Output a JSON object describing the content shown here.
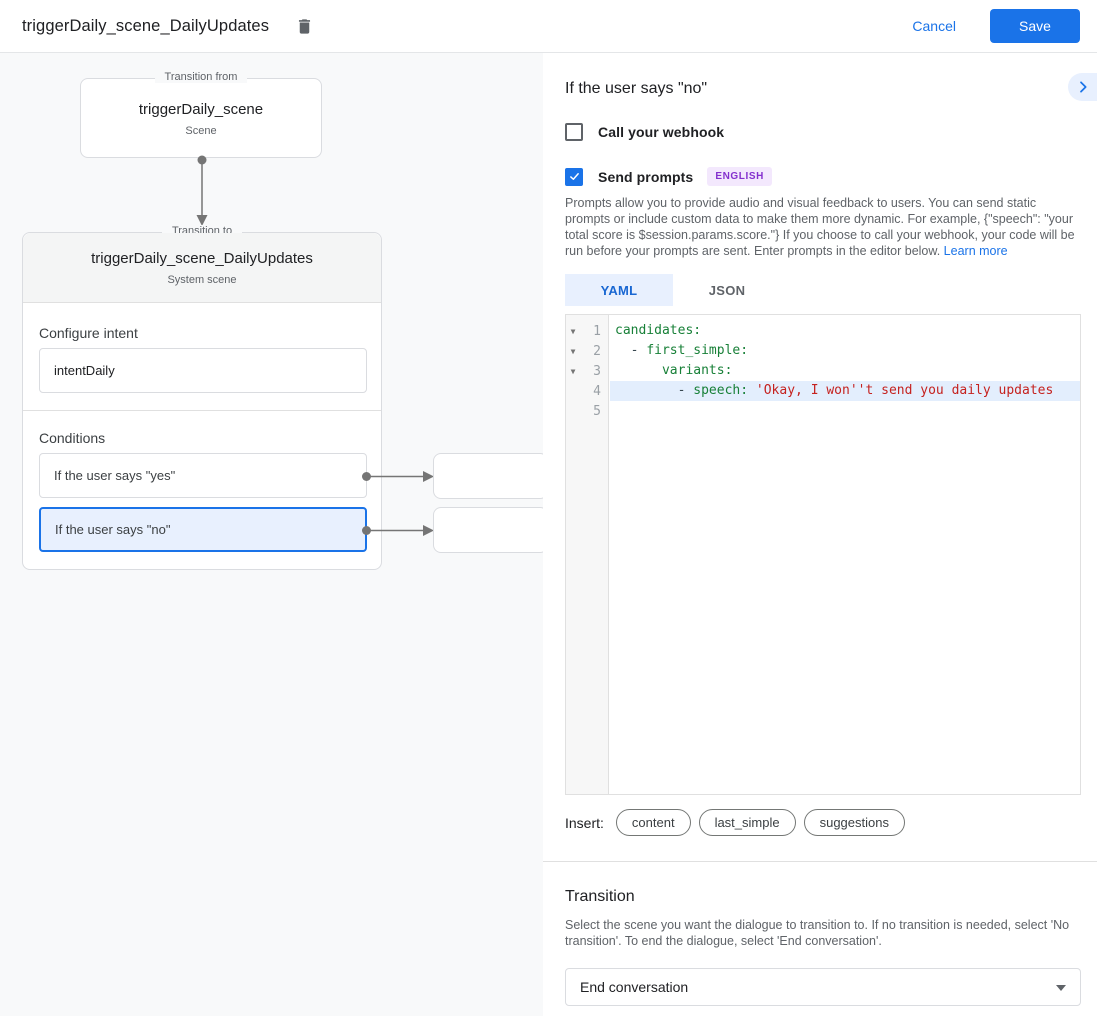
{
  "header": {
    "title": "triggerDaily_scene_DailyUpdates",
    "cancel_label": "Cancel",
    "save_label": "Save"
  },
  "flow": {
    "from_box": {
      "legend": "Transition from",
      "title": "triggerDaily_scene",
      "subtitle": "Scene"
    },
    "to_box": {
      "legend": "Transition to",
      "title": "triggerDaily_scene_DailyUpdates",
      "subtitle": "System scene",
      "intent_label": "Configure intent",
      "intent_value": "intentDaily",
      "conditions_label": "Conditions",
      "conditions": [
        {
          "label": "If the user says \"yes\"",
          "selected": false
        },
        {
          "label": "If the user says \"no\"",
          "selected": true
        }
      ]
    }
  },
  "panel": {
    "heading": "If the user says \"no\"",
    "webhook": {
      "label": "Call your webhook",
      "checked": false
    },
    "prompts": {
      "label": "Send prompts",
      "checked": true,
      "language_badge": "ENGLISH"
    },
    "description": "Prompts allow you to provide audio and visual feedback to users. You can send static prompts or include custom data to make them more dynamic. For example, {\"speech\": \"your total score is $session.params.score.\"} If you choose to call your webhook, your code will be run before your prompts are sent. Enter prompts in the editor below. ",
    "learn_more_label": "Learn more",
    "tabs": [
      {
        "label": "YAML",
        "active": true
      },
      {
        "label": "JSON",
        "active": false
      }
    ],
    "editor": {
      "lines": [
        {
          "num": "1",
          "fold": "▼",
          "pre": "",
          "key": "candidates:",
          "post": "",
          "string": ""
        },
        {
          "num": "2",
          "fold": "▼",
          "pre": "  - ",
          "key": "first_simple:",
          "post": "",
          "string": ""
        },
        {
          "num": "3",
          "fold": "▼",
          "pre": "      ",
          "key": "variants:",
          "post": "",
          "string": ""
        },
        {
          "num": "4",
          "fold": "",
          "pre": "        - ",
          "key": "speech:",
          "post": " ",
          "string": "'Okay, I won''t send you daily updates"
        },
        {
          "num": "5",
          "fold": "",
          "pre": "",
          "key": "",
          "post": "",
          "string": ""
        }
      ]
    },
    "insert": {
      "label": "Insert:",
      "chips": [
        "content",
        "last_simple",
        "suggestions"
      ]
    },
    "transition": {
      "heading": "Transition",
      "description": "Select the scene you want the dialogue to transition to. If no transition is needed, select 'No transition'. To end the dialogue, select 'End conversation'.",
      "select_value": "End conversation"
    }
  },
  "colors": {
    "accent": "#1a73e8",
    "selected_condition_bg": "#e8f0fe",
    "active_tab_bg": "#e8f0fe",
    "yaml_key": "#188038",
    "yaml_string": "#c5221f",
    "badge_bg": "#f3e8fd",
    "badge_text": "#8430ce",
    "border": "#dadce0",
    "canvas_bg": "#f8f9fa"
  }
}
